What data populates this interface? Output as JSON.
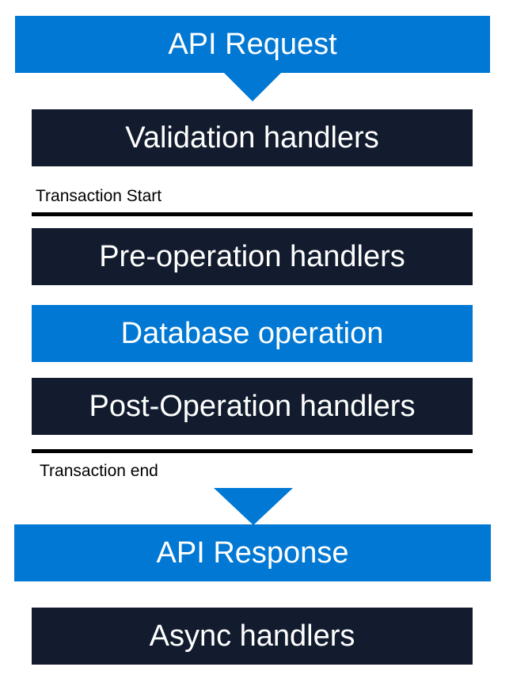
{
  "diagram": {
    "api_request": "API Request",
    "validation_handlers": "Validation handlers",
    "transaction_start": "Transaction Start",
    "pre_operation_handlers": "Pre-operation handlers",
    "database_operation": "Database operation",
    "post_operation_handlers": "Post-Operation handlers",
    "transaction_end": "Transaction end",
    "api_response": "API Response",
    "async_handlers": "Async handlers"
  },
  "colors": {
    "blue": "#0078d4",
    "dark": "#121c2e",
    "rule": "#000000"
  }
}
